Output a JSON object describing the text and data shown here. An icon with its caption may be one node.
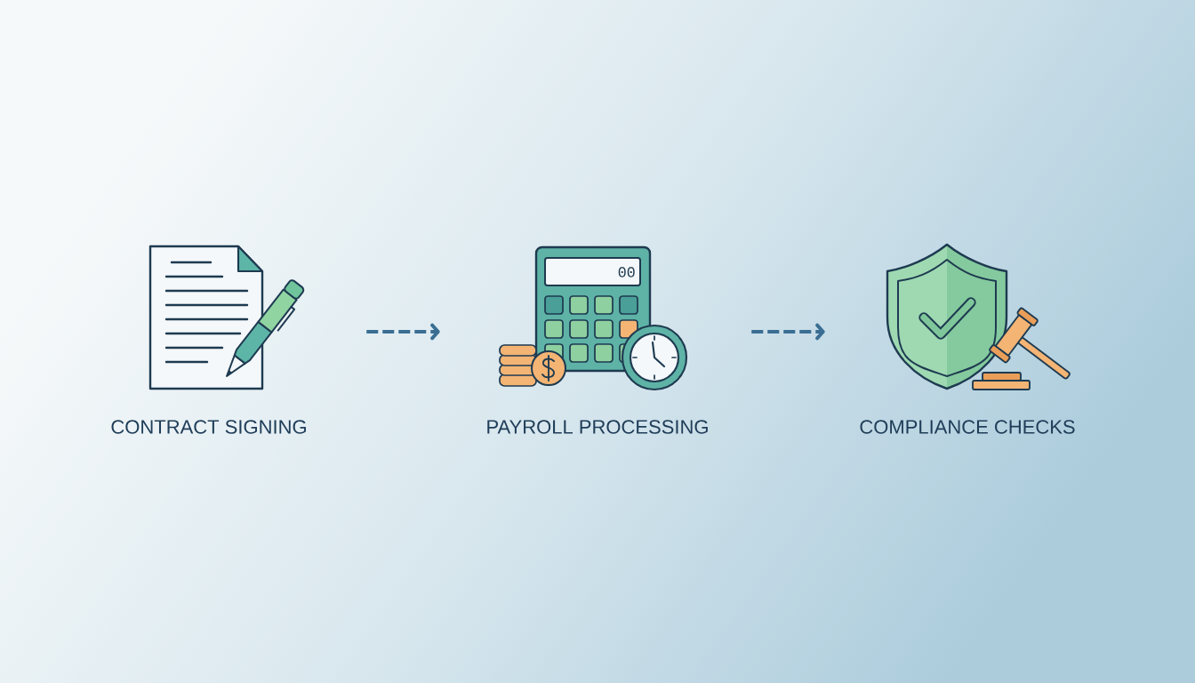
{
  "diagram": {
    "nodes": [
      {
        "text": [
          "CONTRACT SIGNING"
        ]
      },
      {
        "text": [
          "PAYROLL PROCESSING"
        ]
      },
      {
        "text": [
          "COMPLIANCE CHECKS"
        ]
      }
    ],
    "edges": [
      {
        "from": 0,
        "to": 1,
        "arrow": "to",
        "style": "dashed"
      },
      {
        "from": 1,
        "to": 2,
        "arrow": "to",
        "style": "dashed"
      }
    ],
    "labels": [
      "00"
    ]
  }
}
